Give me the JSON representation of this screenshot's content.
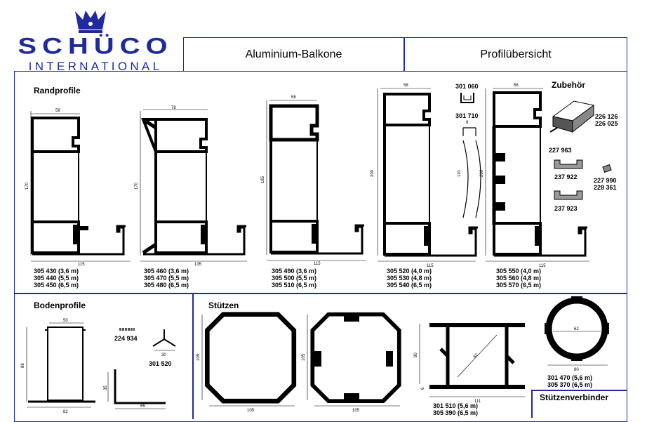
{
  "header": {
    "brand": "SCHÜCO",
    "brand_sub": "INTERNATIONAL",
    "title": "Aluminium-Balkone",
    "subtitle": "Profilübersicht"
  },
  "colors": {
    "brand_blue": "#1f2a9c",
    "profile_black": "#000000"
  },
  "randprofile": {
    "title": "Randprofile",
    "profiles": [
      {
        "width": "58",
        "height": "170",
        "base": "115",
        "numbers": "305 430 (3,6 m)\n305 440 (5,5 m)\n305 450 (6,5 m)"
      },
      {
        "width": "78",
        "height": "170",
        "base": "135",
        "numbers": "305 460 (3,6 m)\n305 470 (5,5 m)\n305 480 (6,5 m)"
      },
      {
        "width": "58",
        "height": "185",
        "base": "115",
        "numbers": "305 490 (3,6 m)\n305 500 (5,5 m)\n305 510 (6,5 m)"
      },
      {
        "width": "58",
        "height": "200",
        "base": "115",
        "numbers": "305 520 (4,0 m)\n305 530 (4,8 m)\n305 540 (6,5 m)"
      },
      {
        "width": "56",
        "height": "200",
        "base": "115",
        "numbers": "305 550 (4,0 m)\n305 560 (4,8 m)\n305 570 (6,5 m)"
      }
    ],
    "clip_top": "301 060",
    "clip_bottom": "301 710",
    "clip_width": "8",
    "clip_height": "110"
  },
  "zubehoer": {
    "title": "Zubehör",
    "items": [
      "226 126\n226 025",
      "227 963",
      "237 922",
      "227 990\n228 361",
      "237 923"
    ]
  },
  "bodenprofile": {
    "title": "Bodenprofile",
    "dim_width": "50",
    "dim_height": "88",
    "dim_base": "82",
    "dim_angle_h": "35",
    "dim_angle_w": "65",
    "dim_small": "30",
    "part_a": "224 934",
    "part_b": "301 520"
  },
  "stuetzen": {
    "title": "Stützen",
    "dim_a": "105",
    "dim_b": "105",
    "dim_c": "105",
    "dim_d": "105",
    "dim_i_w": "111",
    "dim_i_h": "80",
    "dim_i_diag": "62",
    "dim_i_flange": "6",
    "i_numbers": "301 510 (5,6 m)\n305 390 (6,5 m)",
    "round_dim_inner": "62",
    "round_dim_outer": "80",
    "round_numbers": "301 470 (5,6 m)\n305 370 (6,5 m)"
  },
  "stuetzenverbinder": {
    "title": "Stützenverbinder"
  }
}
